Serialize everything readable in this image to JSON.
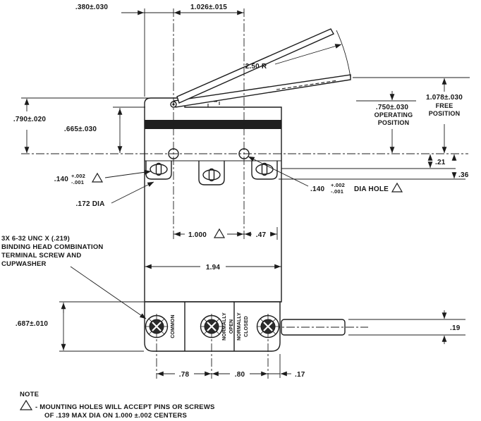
{
  "drawing": {
    "background": "#ffffff",
    "ink": "#1c1c1c",
    "type": "engineering-dimension-drawing",
    "subject": "snap-action limit switch with lever actuator"
  },
  "labels": {
    "dim_380": ".380±.030",
    "dim_1026": "1.026±.015",
    "radius_250": "2.50 R",
    "free_val": "1.078±.030",
    "free_l1": "FREE",
    "free_l2": "POSITION",
    "op_val": ".750±.030",
    "op_l1": "OPERATING",
    "op_l2": "POSITION",
    "dim_790": ".790±.020",
    "dim_665": ".665±.030",
    "dim_21": ".21",
    "dim_36": ".36",
    "slot_140": ".140",
    "slot_plus": "+.002",
    "slot_minus": "-.001",
    "dia_172": ".172  DIA",
    "hole_140": ".140",
    "hole_plus": "+.002",
    "hole_minus": "-.001",
    "hole_dia_label": "DIA HOLE",
    "dim_1000": "1.000",
    "dim_47": ".47",
    "dim_194": "1.94",
    "dim_687": ".687±.010",
    "dim_78": ".78",
    "dim_80": ".80",
    "dim_17": ".17",
    "dim_19": ".19",
    "screw_note_l1": "3X 6-32 UNC X (.219)",
    "screw_note_l2": "BINDING HEAD COMBINATION",
    "screw_note_l3": "TERMINAL SCREW AND",
    "screw_note_l4": "CUPWASHER",
    "term_common": "COMMON",
    "term_no_1": "NORMALLY",
    "term_no_2": "OPEN",
    "term_nc_1": "NORMALLY",
    "term_nc_2": "CLOSED",
    "note_title": "NOTE",
    "note_l1": "-  MOUNTING  HOLES  WILL  ACCEPT  PINS  OR  SCREWS",
    "note_l2": "OF  .139  MAX  DIA  ON  1.000 ±.002  CENTERS"
  }
}
